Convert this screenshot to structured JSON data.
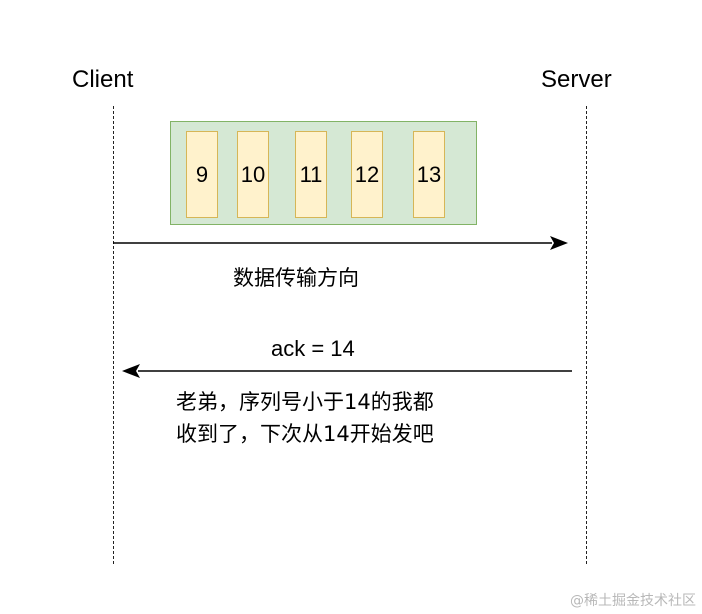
{
  "actors": {
    "client": "Client",
    "server": "Server"
  },
  "window": {
    "segments": [
      "9",
      "10",
      "11",
      "12",
      "13"
    ]
  },
  "messages": {
    "data_direction": "数据传输方向",
    "ack": "ack = 14",
    "ack_note_line1": "老弟，序列号小于14的我都",
    "ack_note_line2": "收到了，下次从14开始发吧"
  },
  "watermark": "@稀土掘金技术社区",
  "colors": {
    "window_fill": "#d5e8d4",
    "window_stroke": "#82b366",
    "segment_fill": "#fff2cc",
    "segment_stroke": "#d6b656"
  }
}
